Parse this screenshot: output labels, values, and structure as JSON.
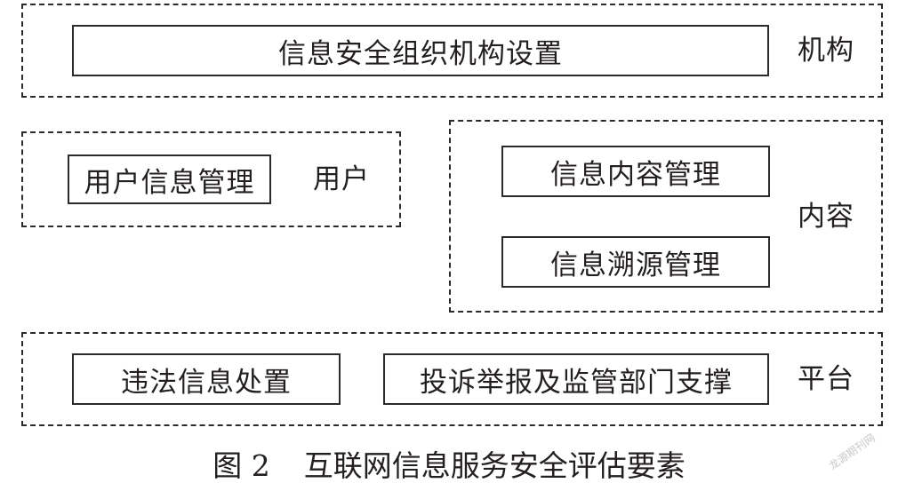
{
  "groups": {
    "org": {
      "label": "机构",
      "boxes": [
        "信息安全组织机构设置"
      ]
    },
    "user": {
      "label": "用户",
      "boxes": [
        "用户信息管理"
      ]
    },
    "content": {
      "label": "内容",
      "boxes": [
        "信息内容管理",
        "信息溯源管理"
      ]
    },
    "platform": {
      "label": "平台",
      "boxes": [
        "违法信息处置",
        "投诉举报及监管部门支撑"
      ]
    }
  },
  "caption": {
    "number": "图 2",
    "title": "互联网信息服务安全评估要素"
  },
  "watermark": "龙源期刊网"
}
